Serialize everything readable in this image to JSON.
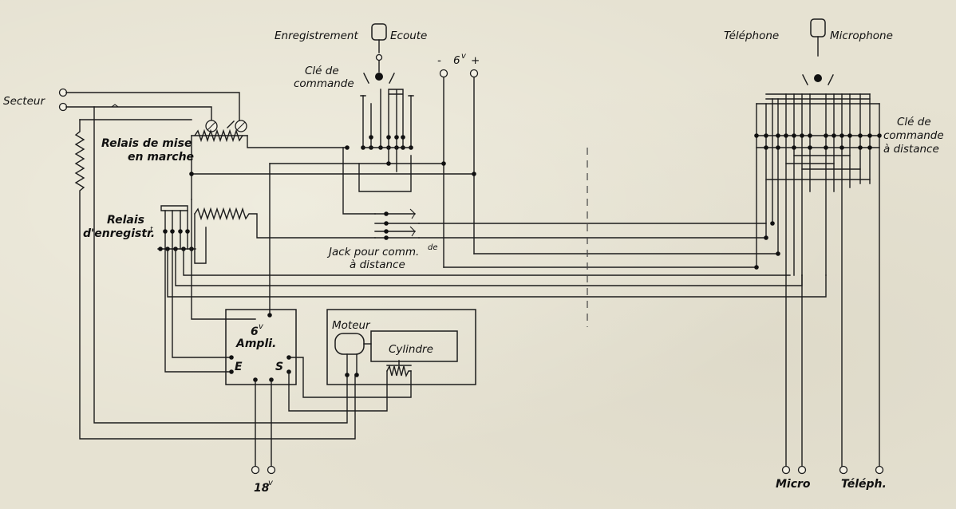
{
  "labels": {
    "secteur": "Secteur",
    "enregistrement": "Enregistrement",
    "ecoute": "Ecoute",
    "cle_de": "Clé de",
    "commande": "commande",
    "six_v_neg": "-",
    "six_v": "6",
    "six_v_sup": "v",
    "six_v_pos": "+",
    "relais_mise_1": "Relais de mise",
    "relais_mise_2": "en marche",
    "relais_enr_1": "Relais",
    "relais_enr_2": "d'enregistr.",
    "relais_enr_sup": "t",
    "jack_1": "Jack pour comm.",
    "jack_sup": "de",
    "jack_2": "à distance",
    "telephone": "Téléphone",
    "microphone": "Microphone",
    "cle_dist_1": "Clé de",
    "cle_dist_2": "commande",
    "cle_dist_3": "à distance",
    "ampli_6v": "6",
    "ampli_6v_sup": "v",
    "ampli": "Ampli.",
    "ampli_e": "E",
    "ampli_s": "S",
    "moteur": "Moteur",
    "cylindre": "Cylindre",
    "v18": "18",
    "v18_sup": "v",
    "micro": "Micro",
    "teleph": "Téléph."
  }
}
